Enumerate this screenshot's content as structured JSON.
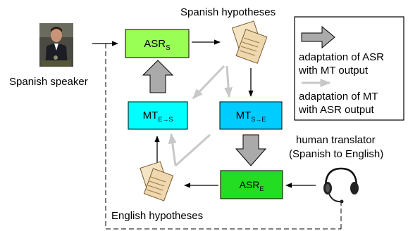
{
  "labels": {
    "spanish_hypotheses": "Spanish hypotheses",
    "english_hypotheses": "English hypotheses",
    "spanish_speaker": "Spanish speaker",
    "human_translator_line1": "human translator",
    "human_translator_line2": "(Spanish to English)"
  },
  "boxes": {
    "asr_s": {
      "main": "ASR",
      "sub": "S"
    },
    "mt_es": {
      "main": "MT",
      "sub": "E→S"
    },
    "mt_se": {
      "main": "MT",
      "sub": "S→E"
    },
    "asr_e": {
      "main": "ASR",
      "sub": "E"
    }
  },
  "legend": {
    "item1_line1": "adaptation of ASR",
    "item1_line2": "with MT output",
    "item2_line1": "adaptation of MT",
    "item2_line2": "with ASR output"
  },
  "colors": {
    "asr_fill": "#99ff55",
    "asr_e_fill": "#22dd22",
    "mt_es_fill": "#00ffff",
    "mt_se_fill": "#00ccff",
    "thick_arrow": "#aaaaaa",
    "thin_gray_arrow": "#c8c8c8",
    "line": "#000000"
  },
  "icons": {
    "speaker_photo": "speaker-photo",
    "documents": "document-stack-icon",
    "headset": "headset-icon"
  }
}
